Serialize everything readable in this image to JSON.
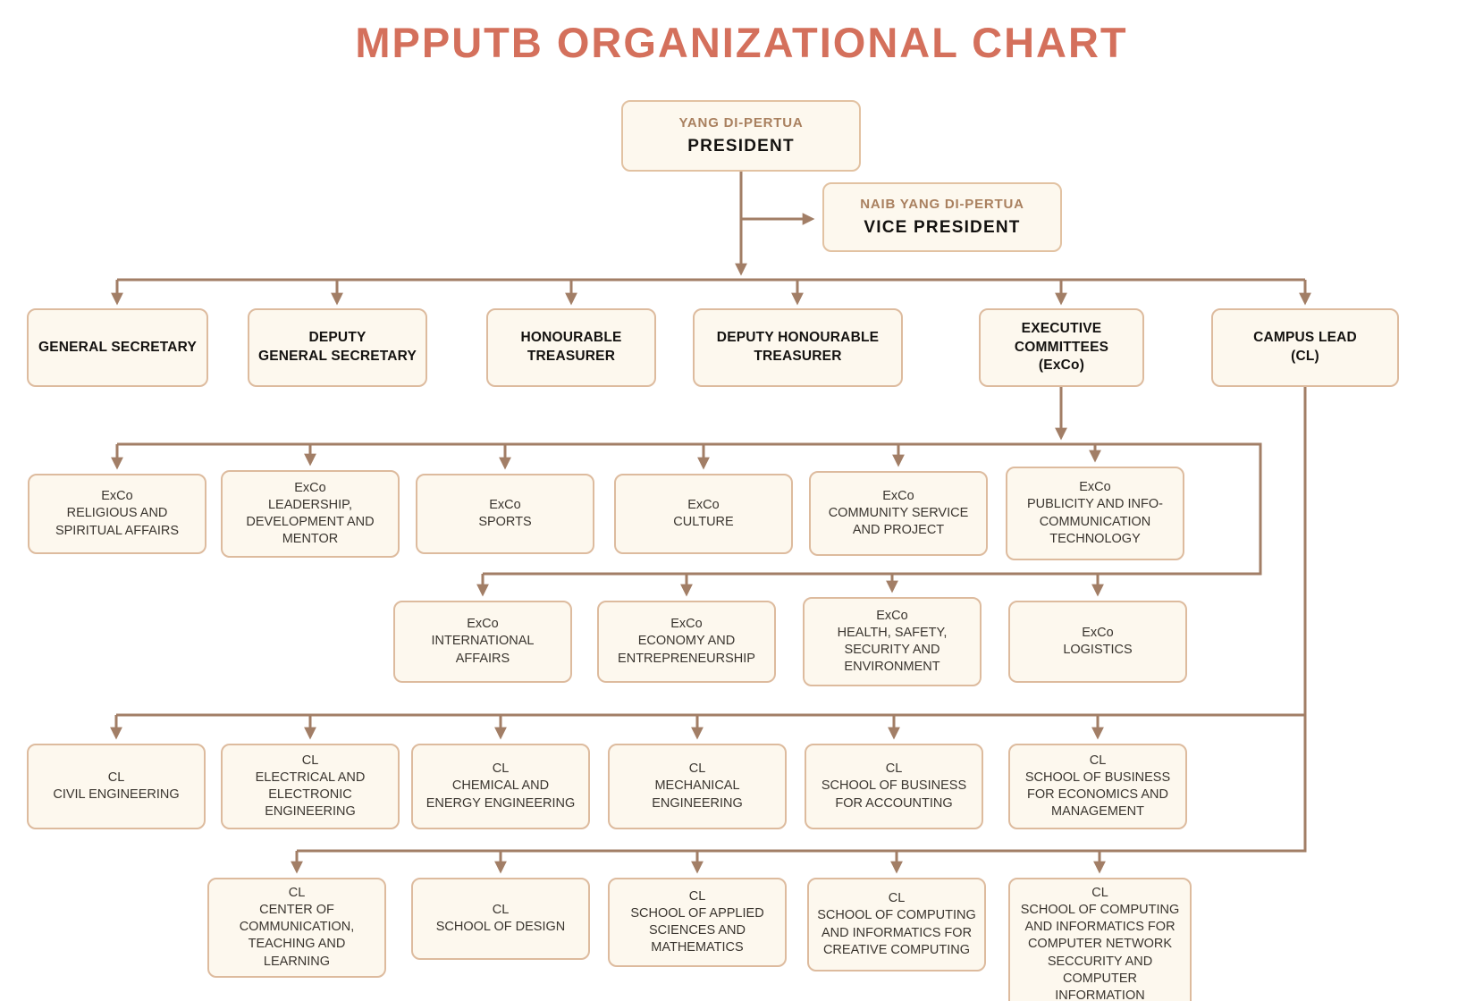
{
  "title": "MPPUTB ORGANIZATIONAL CHART",
  "colors": {
    "background": "#ffffff",
    "title": "#d4705c",
    "connector": "#a27e66",
    "box_fill": "#fdf8ee",
    "box_border": "#ddbb9e",
    "tag_text": "#a9805f",
    "label_text": "#141210"
  },
  "nodes": {
    "president": {
      "tag": "YANG DI-PERTUA",
      "label": "PRESIDENT"
    },
    "vice_president": {
      "tag": "NAIB YANG DI-PERTUA",
      "label": "VICE PRESIDENT"
    },
    "row1": [
      {
        "label": "GENERAL SECRETARY"
      },
      {
        "label": "DEPUTY\nGENERAL SECRETARY"
      },
      {
        "label": "HONOURABLE\nTREASURER"
      },
      {
        "label": "DEPUTY HONOURABLE\nTREASURER"
      },
      {
        "label": "EXECUTIVE\nCOMMITTEES\n(ExCo)"
      },
      {
        "label": "CAMPUS LEAD\n(CL)"
      }
    ],
    "exco_row1": [
      {
        "label": "ExCo\nRELIGIOUS AND\nSPIRITUAL AFFAIRS"
      },
      {
        "label": "ExCo\nLEADERSHIP,\nDEVELOPMENT AND\nMENTOR"
      },
      {
        "label": "ExCo\nSPORTS"
      },
      {
        "label": "ExCo\nCULTURE"
      },
      {
        "label": "ExCo\nCOMMUNITY SERVICE\nAND PROJECT"
      },
      {
        "label": "ExCo\nPUBLICITY AND INFO-\nCOMMUNICATION\nTECHNOLOGY"
      }
    ],
    "exco_row2": [
      {
        "label": "ExCo\nINTERNATIONAL\nAFFAIRS"
      },
      {
        "label": "ExCo\nECONOMY AND\nENTREPRENEURSHIP"
      },
      {
        "label": "ExCo\nHEALTH, SAFETY,\nSECURITY AND\nENVIRONMENT"
      },
      {
        "label": "ExCo\nLOGISTICS"
      }
    ],
    "cl_row1": [
      {
        "label": "CL\nCIVIL ENGINEERING"
      },
      {
        "label": "CL\nELECTRICAL AND\nELECTRONIC\nENGINEERING"
      },
      {
        "label": "CL\nCHEMICAL AND\nENERGY ENGINEERING"
      },
      {
        "label": "CL\nMECHANICAL\nENGINEERING"
      },
      {
        "label": "CL\nSCHOOL OF BUSINESS\nFOR ACCOUNTING"
      },
      {
        "label": "CL\nSCHOOL OF BUSINESS\nFOR ECONOMICS AND\nMANAGEMENT"
      }
    ],
    "cl_row2": [
      {
        "label": "CL\nCENTER OF\nCOMMUNICATION,\nTEACHING AND LEARNING"
      },
      {
        "label": "CL\nSCHOOL OF DESIGN"
      },
      {
        "label": "CL\nSCHOOL OF APPLIED\nSCIENCES AND\nMATHEMATICS"
      },
      {
        "label": "CL\nSCHOOL OF COMPUTING\nAND INFORMATICS FOR\nCREATIVE COMPUTING"
      },
      {
        "label": "CL\nSCHOOL OF COMPUTING\nAND INFORMATICS FOR\nCOMPUTER NETWORK\nSECCURITY AND\nCOMPUTER INFORMATION"
      }
    ]
  }
}
